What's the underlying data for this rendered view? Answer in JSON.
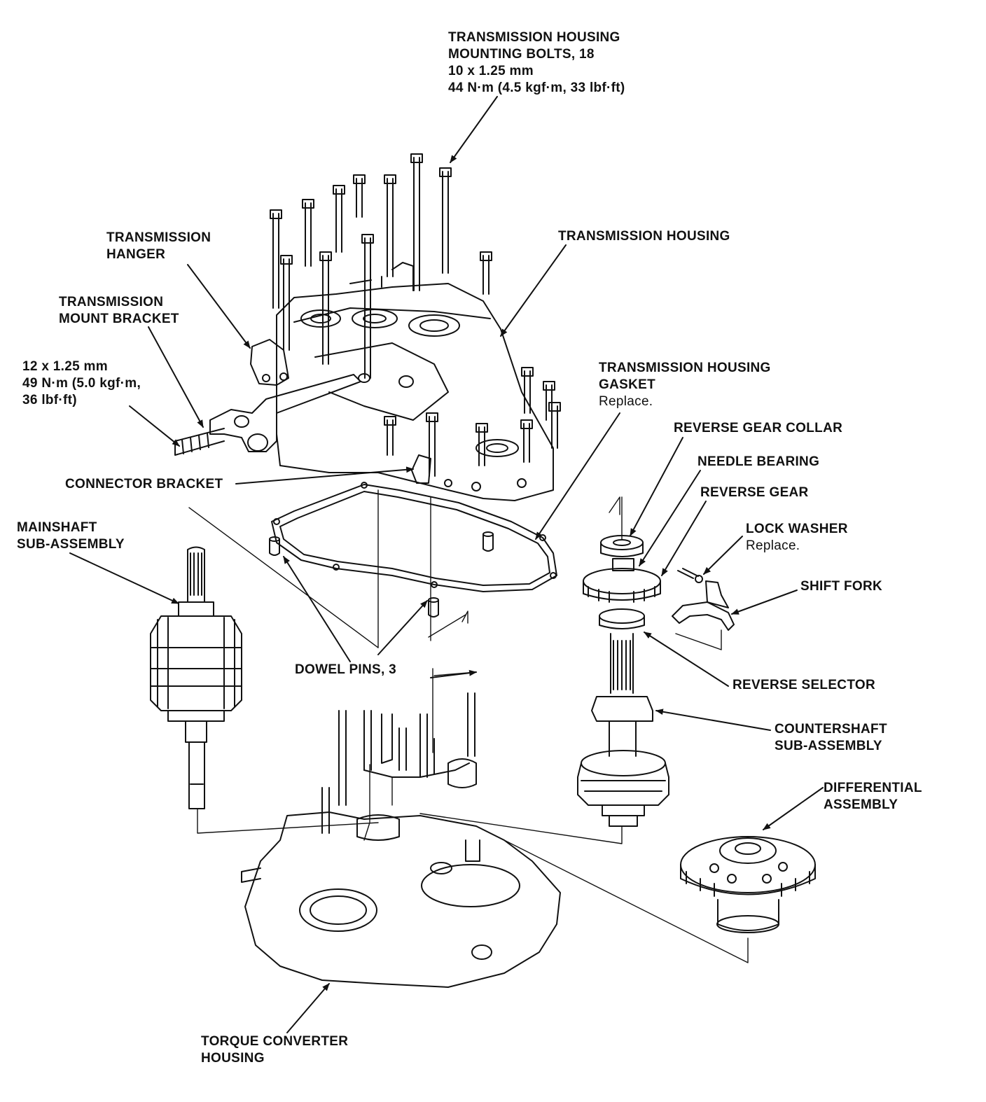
{
  "labels": {
    "bolts": {
      "line1": "TRANSMISSION HOUSING",
      "line2": "MOUNTING BOLTS, 18",
      "line3": "10 x 1.25 mm",
      "line4": "44 N·m (4.5 kgf·m, 33 lbf·ft)"
    },
    "hanger": {
      "line1": "TRANSMISSION",
      "line2": "HANGER"
    },
    "housing": {
      "line1": "TRANSMISSION HOUSING"
    },
    "mount_bracket": {
      "line1": "TRANSMISSION",
      "line2": "MOUNT BRACKET"
    },
    "mount_torque": {
      "line1": "12 x 1.25 mm",
      "line2": "49 N·m (5.0 kgf·m,",
      "line3": "36 lbf·ft)"
    },
    "gasket": {
      "line1": "TRANSMISSION HOUSING",
      "line2": "GASKET",
      "note": "Replace."
    },
    "reverse_gear_collar": {
      "line1": "REVERSE GEAR COLLAR"
    },
    "needle_bearing": {
      "line1": "NEEDLE BEARING"
    },
    "reverse_gear": {
      "line1": "REVERSE GEAR"
    },
    "lock_washer": {
      "line1": "LOCK WASHER",
      "note": "Replace."
    },
    "shift_fork": {
      "line1": "SHIFT FORK"
    },
    "connector_bracket": {
      "line1": "CONNECTOR BRACKET"
    },
    "mainshaft": {
      "line1": "MAINSHAFT",
      "line2": "SUB-ASSEMBLY"
    },
    "dowel_pins": {
      "line1": "DOWEL PINS, 3"
    },
    "reverse_selector": {
      "line1": "REVERSE SELECTOR"
    },
    "countershaft": {
      "line1": "COUNTERSHAFT",
      "line2": "SUB-ASSEMBLY"
    },
    "differential": {
      "line1": "DIFFERENTIAL",
      "line2": "ASSEMBLY"
    },
    "torque_converter": {
      "line1": "TORQUE CONVERTER",
      "line2": "HOUSING"
    }
  }
}
